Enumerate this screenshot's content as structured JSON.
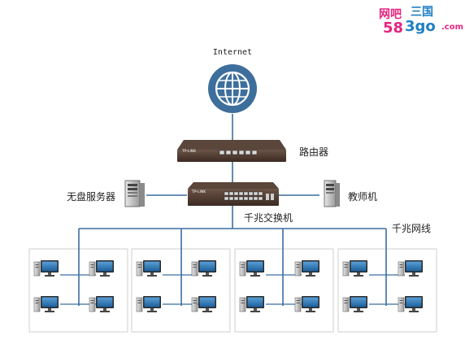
{
  "watermark": {
    "part1": "网吧",
    "part2": "三国",
    "part3": "58",
    "part4": "3go",
    "part5": ".com"
  },
  "nodes": {
    "internet": "Internet",
    "router": "路由器",
    "switch": "千兆交换机",
    "diskless_server": "无盘服务器",
    "teacher_pc": "教师机",
    "gigabit_cable": "千兆网线"
  },
  "device_brand": "TP-LINK",
  "colors": {
    "line": "#3a6fa0",
    "globe": "#3e6f9c",
    "group_border": "#cfcfcf",
    "pink": "#e4247f",
    "blue": "#1e7fc4"
  },
  "group_count": 4,
  "pcs_per_group": 4
}
